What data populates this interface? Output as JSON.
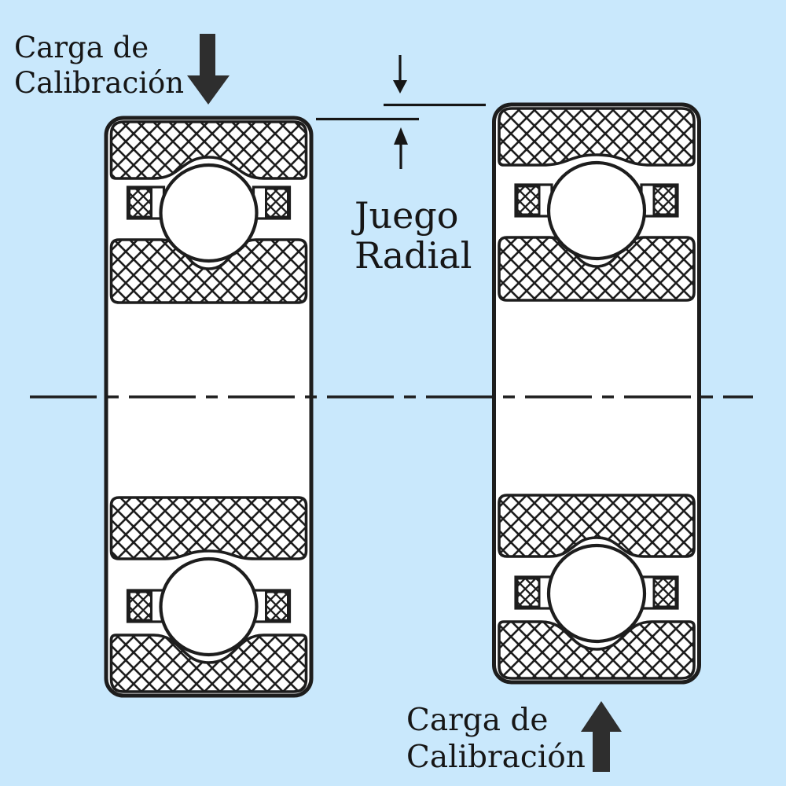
{
  "diagram": {
    "kind": "ball-bearing radial clearance diagram",
    "labels": {
      "load_top": {
        "line1": "Carga de",
        "line2": "Calibración"
      },
      "clearance": {
        "line1": "Juego",
        "line2": "Radial"
      },
      "load_bottom": {
        "line1": "Carga de",
        "line2": "Calibración"
      }
    },
    "colors": {
      "background": "#c9e8fc",
      "ink": "#1d1d1d",
      "load_arrow": "#2e2e2e",
      "fill_white": "#ffffff"
    }
  }
}
